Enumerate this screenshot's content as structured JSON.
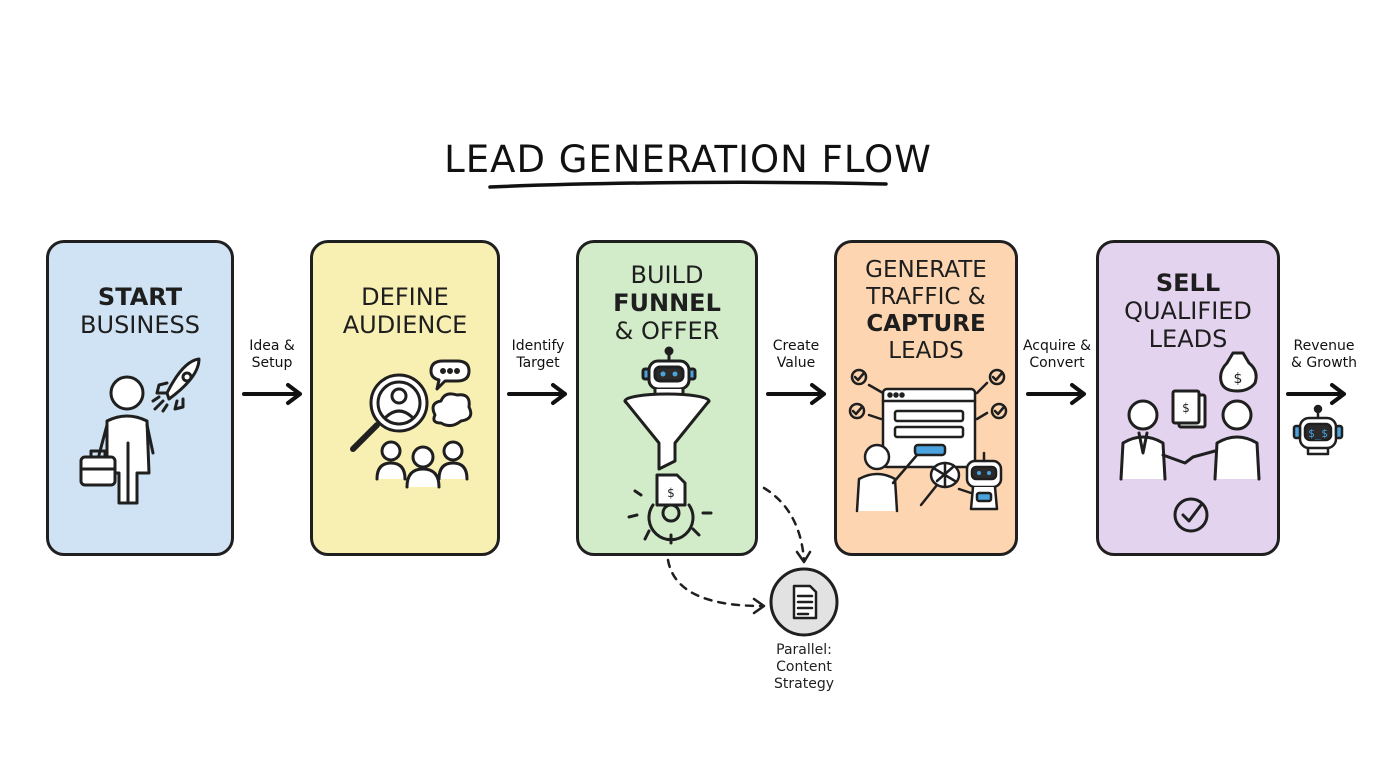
{
  "title": "LEAD GENERATION FLOW",
  "colors": {
    "stroke": "#1f1f1f",
    "start": "#cfe3f4",
    "define": "#f8f0b3",
    "build": "#d2ecc9",
    "generate": "#fdd5b1",
    "sell": "#e3d3ee",
    "accent_blue": "#4aa3df",
    "parallel_circle": "#e2e2e2"
  },
  "steps": [
    {
      "id": "start",
      "title_lines": [
        "START",
        "BUSINESS"
      ],
      "icon": "person-briefcase-rocket-icon"
    },
    {
      "id": "define",
      "title_lines": [
        "DEFINE",
        "AUDIENCE"
      ],
      "icon": "magnifier-audience-icon"
    },
    {
      "id": "build",
      "title_lines": [
        "BUILD",
        "FUNNEL",
        "& OFFER"
      ],
      "icon": "robot-funnel-gear-icon"
    },
    {
      "id": "generate",
      "title_lines": [
        "GENERATE",
        "TRAFFIC &",
        "CAPTURE",
        "LEADS"
      ],
      "icon": "browser-form-robot-net-icon"
    },
    {
      "id": "sell",
      "title_lines": [
        "SELL",
        "QUALIFIED",
        "LEADS"
      ],
      "icon": "handshake-money-check-icon"
    }
  ],
  "connectors": [
    {
      "lines": [
        "Idea &",
        "Setup"
      ]
    },
    {
      "lines": [
        "Identify",
        "Target"
      ]
    },
    {
      "lines": [
        "Create",
        "Value"
      ]
    },
    {
      "lines": [
        "Acquire &",
        "Convert"
      ]
    },
    {
      "lines": [
        "Revenue",
        "& Growth"
      ]
    }
  ],
  "parallel": {
    "lines": [
      "Parallel:",
      "Content",
      "Strategy"
    ],
    "icon": "document-icon"
  },
  "end_icon": "money-robot-icon"
}
